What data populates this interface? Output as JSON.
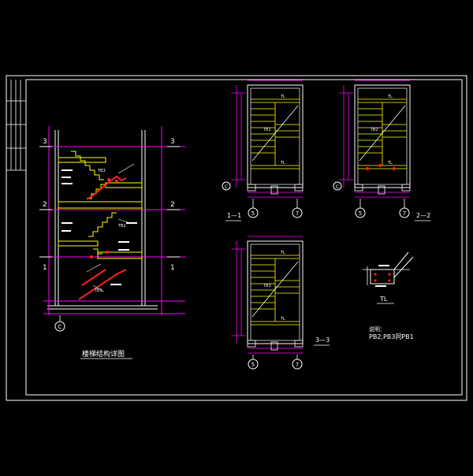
{
  "colors": {
    "background": "#000000",
    "frame": "#ffffff",
    "wall": "#ffffff",
    "dimension": "#ff00ff",
    "stair": "#ffff00",
    "rebar": "#ff2020",
    "cyan": "#00c8c8",
    "title_text": "#ffffff"
  },
  "main_section": {
    "title": "楼梯结构详图",
    "axis_bottom": "C",
    "level_markers": [
      {
        "left": "3",
        "right": "3"
      },
      {
        "left": "2",
        "right": "2"
      },
      {
        "left": "1",
        "right": "1"
      }
    ],
    "beam_labels": [
      "TB3",
      "TB2",
      "TB1"
    ]
  },
  "plans": [
    {
      "id": "plan-1-1",
      "section_label": "1—1",
      "axis_left": "5",
      "axis_right": "7",
      "axis_side": "C",
      "slab_labels": [
        "TL",
        "TB1",
        "TL"
      ]
    },
    {
      "id": "plan-2-2",
      "section_label": "2—2",
      "axis_left": "5",
      "axis_right": "7",
      "axis_side": "C",
      "slab_labels": [
        "TL",
        "TB2",
        "TL"
      ]
    },
    {
      "id": "plan-3-3",
      "section_label": "3—3",
      "axis_left": "5",
      "axis_right": "7",
      "axis_side": "",
      "slab_labels": [
        "TL",
        "TB3",
        "TL"
      ]
    }
  ],
  "tl_detail": {
    "label": "TL"
  },
  "note": {
    "heading": "说明：",
    "text": "PB2,PB3同PB1"
  }
}
